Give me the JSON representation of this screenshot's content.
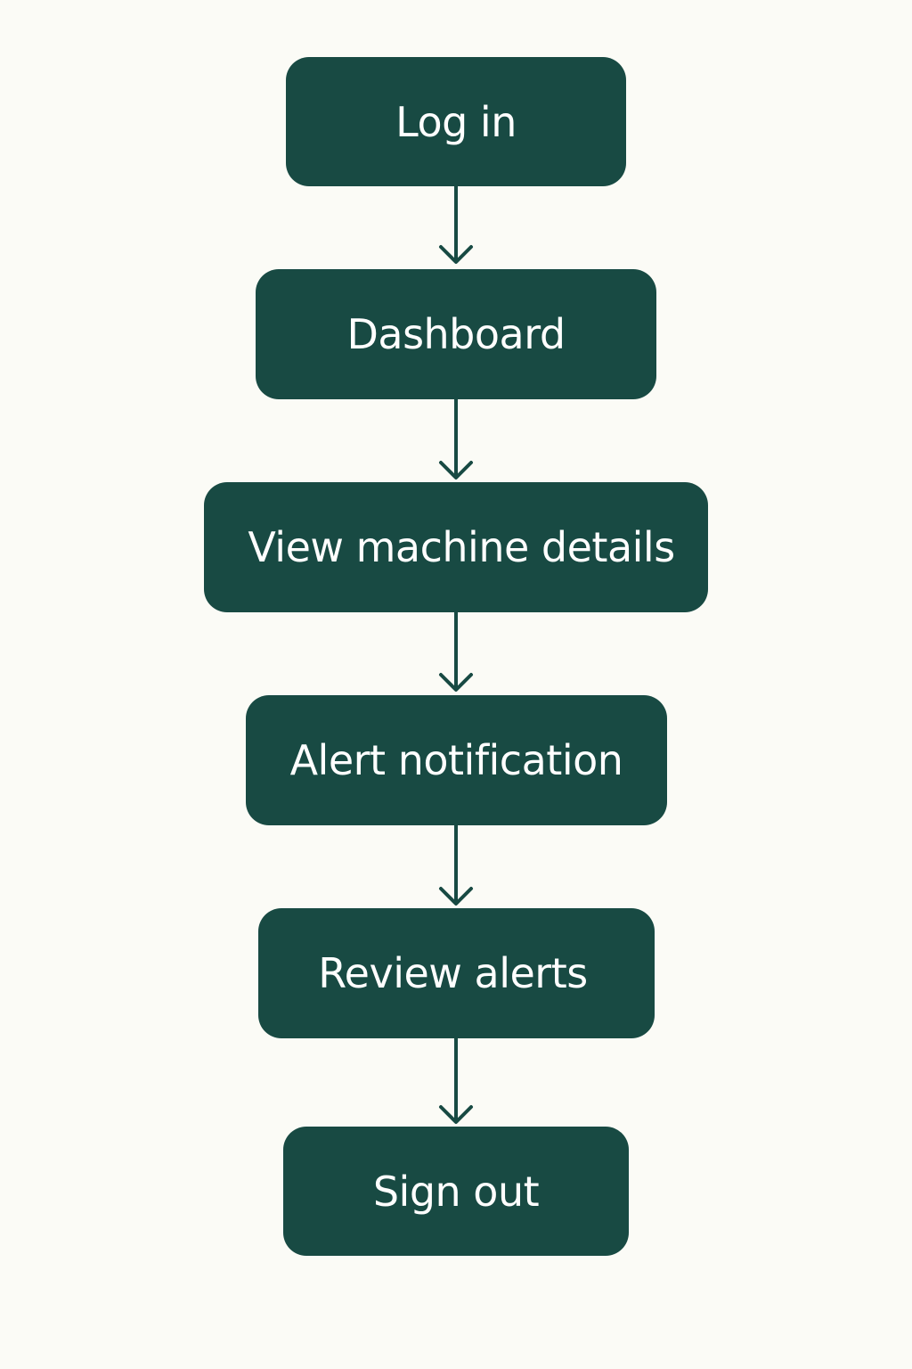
{
  "flow": {
    "steps": [
      {
        "label": "Log in"
      },
      {
        "label": "Dashboard"
      },
      {
        "label": "View machine details"
      },
      {
        "label": "Alert notification"
      },
      {
        "label": "Review alerts"
      },
      {
        "label": "Sign out"
      }
    ]
  },
  "colors": {
    "background": "#fbfbf6",
    "node_fill": "#184a43",
    "node_text": "#ffffff",
    "connector": "#184a43"
  }
}
